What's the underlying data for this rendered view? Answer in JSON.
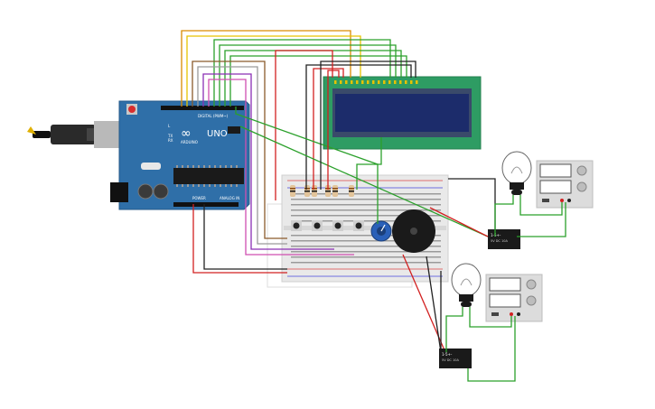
{
  "arduino": {
    "logo": "∞",
    "brand": "ARDUINO",
    "model": "UNO",
    "digital_label": "DIGITAL (PWM~)",
    "power_label": "POWER",
    "analog_label": "ANALOG IN",
    "pin_tx": "TX",
    "pin_rx": "RX",
    "pin_l": "L"
  },
  "relays": [
    {
      "line1": "1-5+-",
      "line2": "5V DC 10A"
    },
    {
      "line1": "1-5+-",
      "line2": "5V DC 10A"
    }
  ],
  "colors": {
    "board": "#2f6fa8",
    "lcd_frame": "#2e9c63",
    "lcd_screen": "#1c2c6b",
    "wire_red": "#d22020",
    "wire_green": "#2ba02b",
    "wire_black": "#222222",
    "wire_orange": "#d98a00",
    "wire_yellow": "#e6c200",
    "wire_purple": "#8a2fb5",
    "wire_pink": "#d04fb0",
    "wire_brown": "#8a5a2b",
    "wire_gray": "#9a9a9a"
  }
}
